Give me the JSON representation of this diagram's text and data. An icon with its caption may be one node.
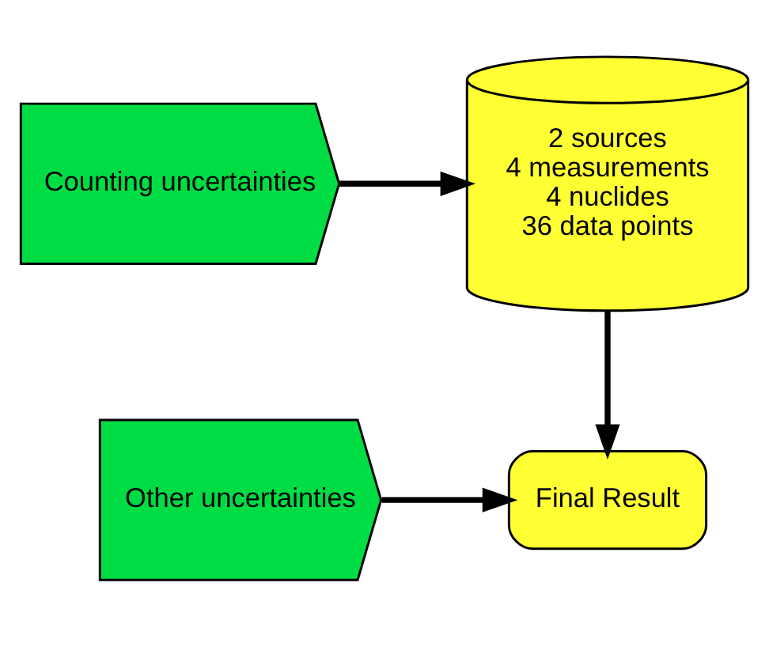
{
  "diagram": {
    "nodes": [
      {
        "text": [
          "Counting uncertainties"
        ]
      },
      {
        "text": [
          "2 sources",
          "4 measurements",
          "4 nuclides",
          "36 data points"
        ]
      },
      {
        "text": [
          "Other uncertainties"
        ]
      },
      {
        "text": [
          "Final Result"
        ]
      }
    ],
    "edges": [
      {
        "from": 0,
        "to": 1,
        "arrow": "to"
      },
      {
        "from": 1,
        "to": 3,
        "arrow": "to"
      },
      {
        "from": 2,
        "to": 3,
        "arrow": "to"
      }
    ]
  }
}
